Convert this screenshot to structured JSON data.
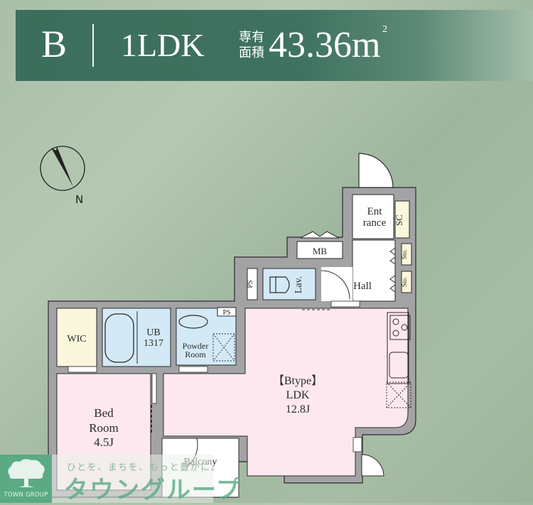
{
  "header": {
    "unit_type": "B",
    "layout": "1LDK",
    "area_label_line1": "専有",
    "area_label_line2": "面積",
    "area_value": "43.36m",
    "area_unit_sup": "2"
  },
  "compass": {
    "label": "N"
  },
  "rooms": {
    "entrance_line1": "Ent",
    "entrance_line2": "rance",
    "shoe_cabinet": "SC",
    "storage_1": "Sto.",
    "storage_2": "Sto.",
    "meter_box": "MB",
    "pipe_space_1": "PS",
    "pipe_space_2": "PS",
    "lavatory": "Lav.",
    "hall": "Hall",
    "wic": "WIC",
    "unit_bath_line1": "UB",
    "unit_bath_line2": "1317",
    "powder_room_line1": "Powder",
    "powder_room_line2": "Room",
    "ldk_type": "【Btype】",
    "ldk_name": "LDK",
    "ldk_size": "12.8J",
    "bedroom_line1": "Bed",
    "bedroom_line2": "Room",
    "bedroom_size": "4.5J",
    "balcony": "Balcony"
  },
  "colors": {
    "banner": "#3f7260",
    "wall": "#a3a3a6",
    "bath_blue": "#d3e9f6",
    "closet_yellow": "#fbf7dc",
    "living_pink": "#fde8f0",
    "brand_green": "#5aaa84"
  },
  "brand": {
    "name_en": "TOWN GROUP",
    "slogan": "ひとを、まちを、もっと豊かに。",
    "name_jp": "タウングループ"
  }
}
